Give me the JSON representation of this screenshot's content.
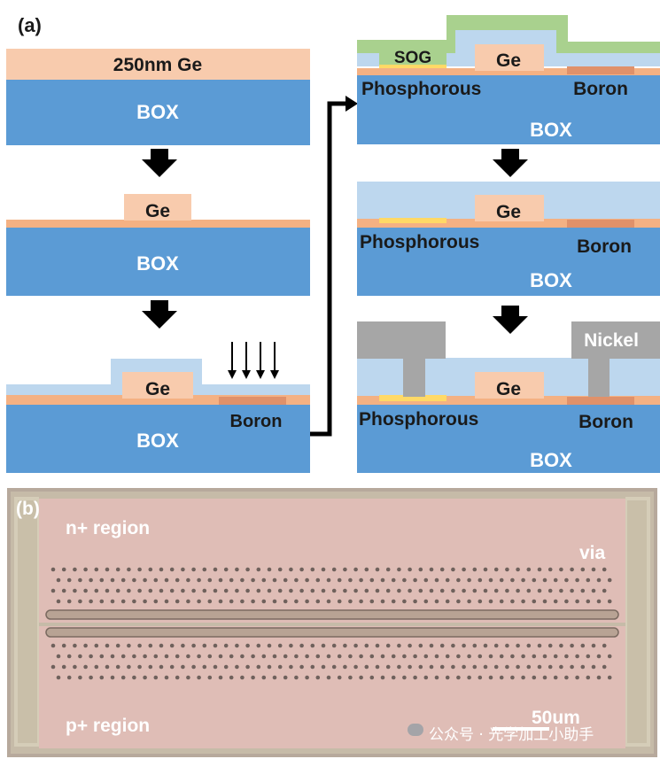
{
  "panel_a": {
    "label": "(a)",
    "steps": {
      "s1": {
        "film": "250nm Ge",
        "box": "BOX"
      },
      "s2": {
        "ge": "Ge",
        "box": "BOX"
      },
      "s3": {
        "ge": "Ge",
        "box": "BOX",
        "boron": "Boron"
      },
      "s4": {
        "sog": "SOG",
        "ge": "Ge",
        "phos": "Phosphorous",
        "boron": "Boron",
        "box": "BOX"
      },
      "s5": {
        "ge": "Ge",
        "phos": "Phosphorous",
        "boron": "Boron",
        "box": "BOX"
      },
      "s6": {
        "nickel": "Nickel",
        "ge": "Ge",
        "phos": "Phosphorous",
        "boron": "Boron",
        "box": "BOX"
      }
    }
  },
  "panel_b": {
    "label": "(b)",
    "n_region": "n+ region",
    "p_region": "p+ region",
    "via": "via",
    "scale": "50um",
    "watermark": "公众号 · 光学加工小助手"
  },
  "colors": {
    "box": "#5b9bd5",
    "ge": "#f8cbad",
    "thin_ge": "#f4b183",
    "oxide": "#bdd7ee",
    "sog": "#a9d18e",
    "phosphorous": "#ffd966",
    "nickel": "#a6a6a6",
    "boron": "#f4b183"
  }
}
